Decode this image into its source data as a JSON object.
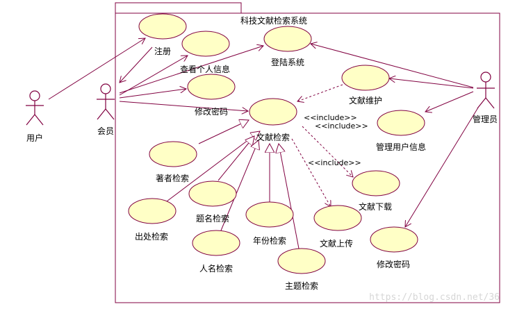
{
  "system": {
    "title": "科技文献检索系统"
  },
  "actors": {
    "user": "用户",
    "member": "会员",
    "admin": "管理员"
  },
  "use_cases": {
    "register": "注册",
    "view_personal_info": "查看个人信息",
    "login": "登陆系统",
    "change_password_member": "修改密码",
    "doc_maintain": "文献维护",
    "doc_search": "文献检索",
    "manage_user_info": "管理用户信息",
    "author_search": "著者检索",
    "title_search": "题名检索",
    "source_search": "出处检索",
    "year_search": "年份检索",
    "person_search": "人名检索",
    "subject_search": "主题检索",
    "doc_upload": "文献上传",
    "doc_download": "文献下载",
    "change_password_admin": "修改密码"
  },
  "stereotypes": {
    "include_1": "<<include>>",
    "include_2": "<<include>>",
    "include_3": "<<include>>"
  },
  "watermark": "https://blog.csdn.net/36",
  "colors": {
    "line": "#800040",
    "usecase_fill": "#ffffc6",
    "background": "#ffffff"
  }
}
